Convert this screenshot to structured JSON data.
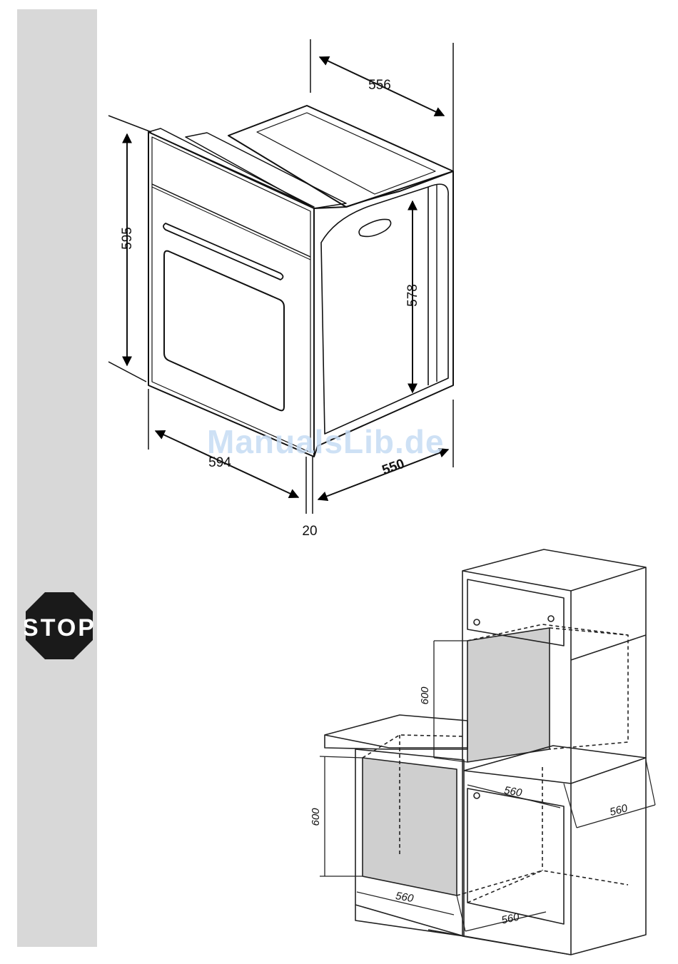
{
  "sidebar": {
    "color": "#d8d8d8",
    "stop_sign": {
      "label": "STOP",
      "color": "#1a1a1a",
      "icon": "stop-sign-icon"
    }
  },
  "oven_diagram": {
    "dimensions": {
      "depth_top": "556",
      "height": "595",
      "inner_height": "578",
      "width": "594",
      "depth_side": "550",
      "front_thickness": "20"
    }
  },
  "cabinet_diagram": {
    "dimensions": {
      "tall_niche_height": "600",
      "tall_niche_width": "560",
      "tall_niche_depth": "560",
      "under_niche_height": "600",
      "under_niche_width": "560",
      "under_niche_depth": "560"
    },
    "niche_color": "#cfcfcf"
  },
  "watermark": {
    "text": "ManualsLib.de"
  }
}
